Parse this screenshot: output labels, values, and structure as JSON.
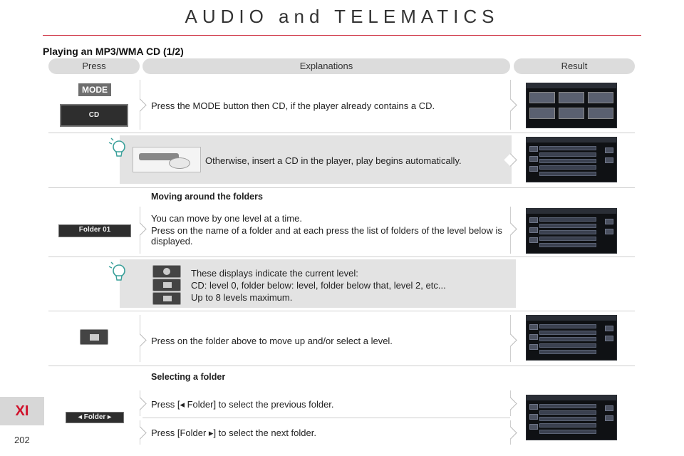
{
  "page": {
    "title": "AUDIO and TELEMATICS",
    "number": "202",
    "chapter": "XI"
  },
  "section": {
    "title": "Playing an MP3/WMA CD (1/2)"
  },
  "headers": {
    "press": "Press",
    "explanations": "Explanations",
    "result": "Result"
  },
  "rows": {
    "mode": {
      "button_label": "MODE",
      "cd_label": "CD",
      "text": "Press the MODE button then CD, if the player already contains a CD."
    },
    "insert": {
      "text": "Otherwise, insert a CD in the player, play begins automatically."
    },
    "moving": {
      "subtitle": "Moving around the folders",
      "line1": "You can move by one level at a time.",
      "line2": "Press on the name of a folder and at each press the list of folders of the level below is displayed.",
      "folder_label": "Folder 01"
    },
    "levels": {
      "line1": "These displays indicate the current level:",
      "line2": "CD: level 0, folder below: level, folder below that, level 2, etc...",
      "line3": "Up to 8 levels maximum."
    },
    "above": {
      "text": "Press on the folder above to move up and/or select a level."
    },
    "selecting": {
      "subtitle": "Selecting a folder",
      "prev_text": "Press [◂  Folder] to select the previous folder.",
      "next_text": "Press [Folder  ▸] to select the next folder.",
      "button_label": "◂ Folder ▸"
    }
  },
  "colors": {
    "accent": "#c9182b",
    "tip_bg": "#e3e3e3",
    "tab_bg": "#d7d7d7",
    "chapter_text": "#d0102a"
  }
}
